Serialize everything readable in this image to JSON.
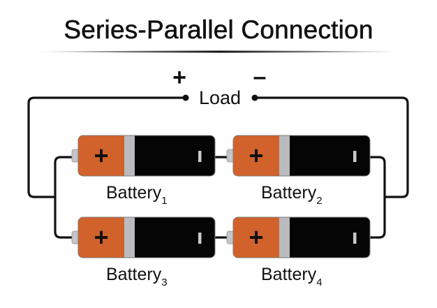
{
  "title": "Series-Parallel Connection",
  "load": {
    "label": "Load",
    "positive_symbol": "+",
    "negative_symbol": "–"
  },
  "battery_label_base": "Battery",
  "batteries": [
    {
      "name": "Battery",
      "subscript": "1",
      "positive_symbol": "+"
    },
    {
      "name": "Battery",
      "subscript": "2",
      "positive_symbol": "+"
    },
    {
      "name": "Battery",
      "subscript": "3",
      "positive_symbol": "+"
    },
    {
      "name": "Battery",
      "subscript": "4",
      "positive_symbol": "+"
    }
  ],
  "colors": {
    "positive_end": "#D2622B",
    "band": "#B9BBBF",
    "negative_end": "#050505",
    "wire": "#111111",
    "terminal": "#C4C5C8"
  }
}
